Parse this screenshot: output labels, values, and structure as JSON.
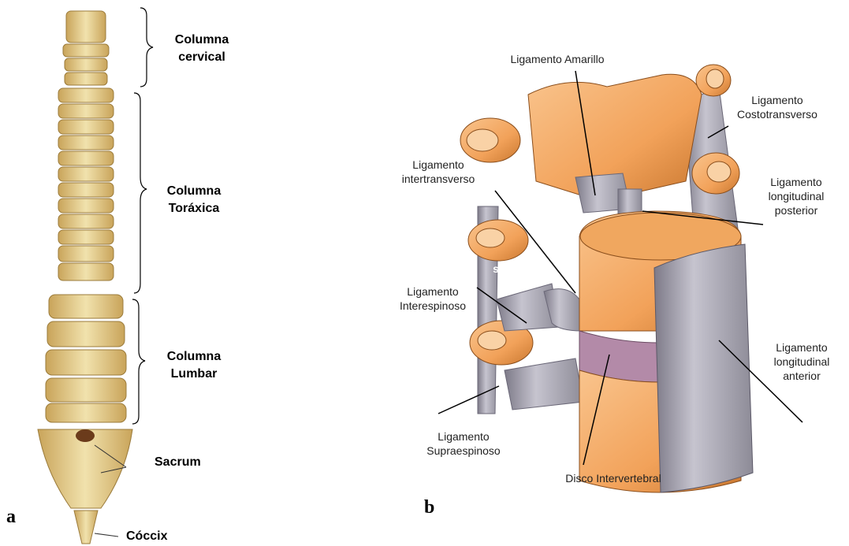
{
  "panel_a": {
    "letter": "a",
    "regions": {
      "cervical": "Columna\ncervical",
      "thoracic": "Columna\nToráxica",
      "lumbar": "Columna\nLumbar",
      "sacrum": "Sacrum",
      "coccyx": "Cóccix"
    }
  },
  "panel_b": {
    "letter": "b",
    "labels": {
      "ligamento_amarillo": "Ligamento  Amarillo",
      "ligamento_costotransverso": "Ligamento\nCostotransverso",
      "ligamento_intertransverso": "Ligamento\nintertransverso",
      "ligamento_long_posterior": "Ligamento\nlongitudinal\nposterior",
      "ligamento_interespinoso": "Ligamento\nInterespinoso",
      "ligamento_long_anterior": "Ligamento\nlongitudinal\nanterior",
      "ligamento_supraespinoso": "Ligamento\nSupraespinoso",
      "disco_intervertebral": "Disco Intervertebral"
    },
    "stray_mark": "s"
  },
  "colors": {
    "bone": "#f2a25a",
    "bone_light": "#f7c48d",
    "bone_dark": "#c9772f",
    "ligament": "#9c9aa6",
    "disc": "#b38aa8",
    "spine_bone": "#e8d9a0"
  }
}
